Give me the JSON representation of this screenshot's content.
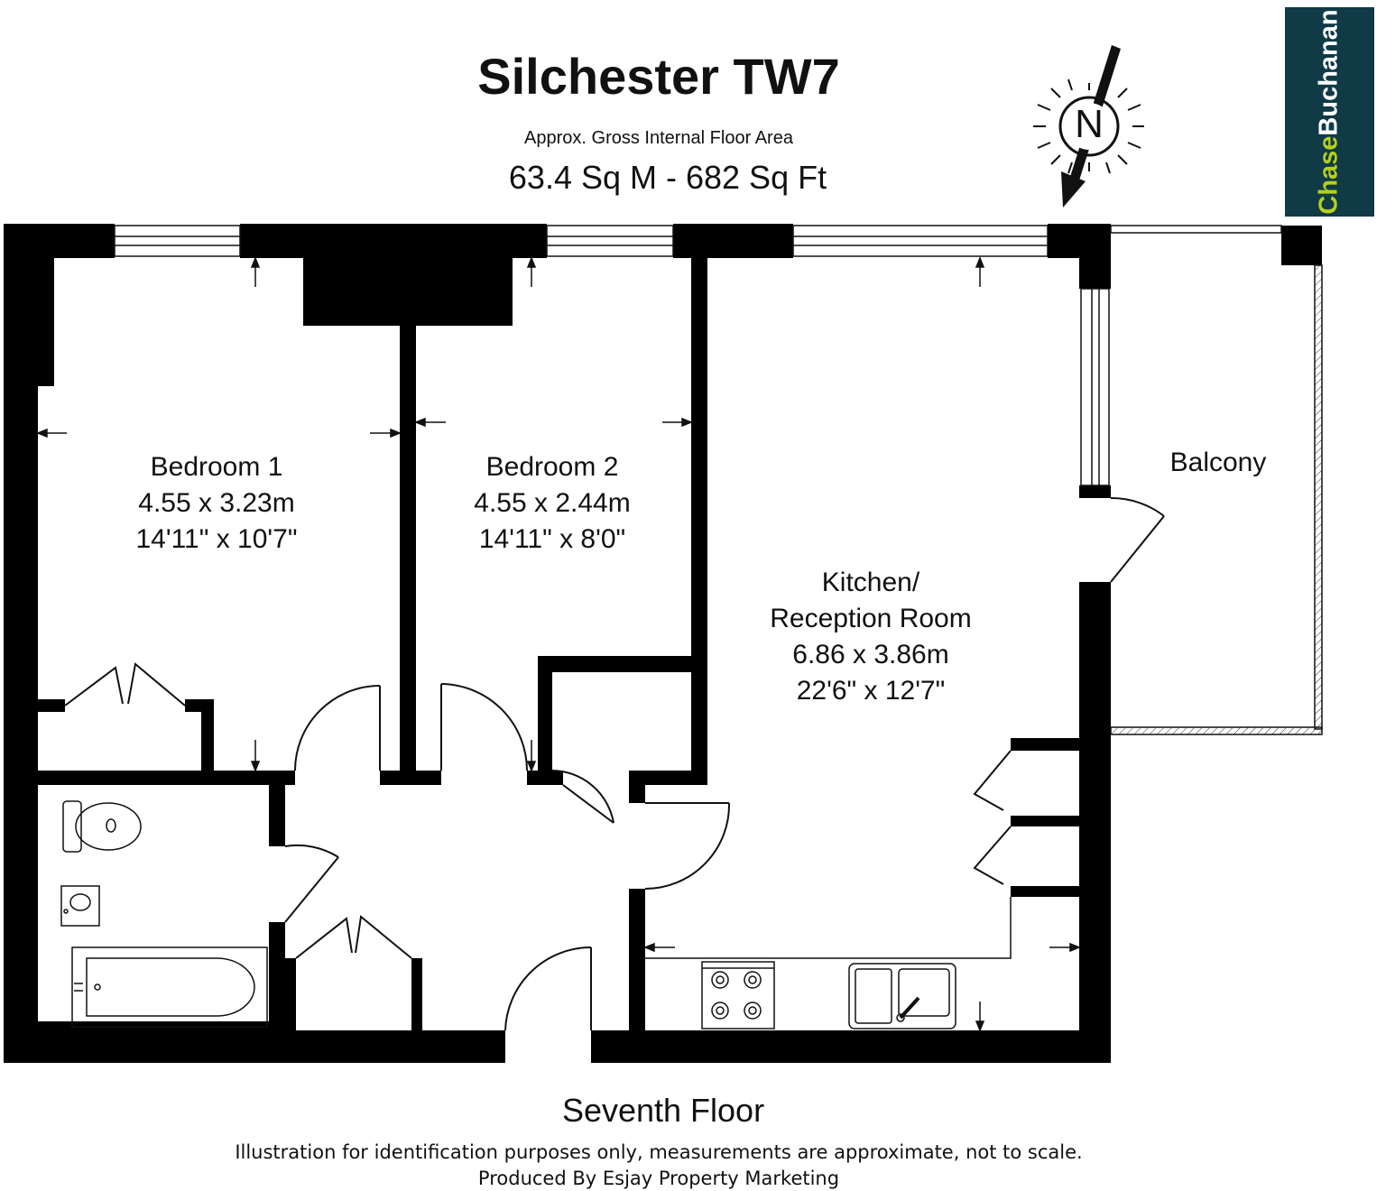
{
  "header": {
    "title": "Silchester TW7",
    "subtitle": "Approx. Gross Internal Floor Area",
    "area": "63.4 Sq M - 682 Sq Ft"
  },
  "logo": {
    "part1": "Chase",
    "part2": "Buchanan",
    "bg_color": "#0f3a46",
    "accent_color": "#b6cf1e"
  },
  "compass": {
    "letter": "N"
  },
  "rooms": {
    "bedroom1": {
      "name": "Bedroom 1",
      "metric": "4.55 x 3.23m",
      "imperial": "14'11\" x 10'7\""
    },
    "bedroom2": {
      "name": "Bedroom 2",
      "metric": "4.55 x 2.44m",
      "imperial": "14'11\" x 8'0\""
    },
    "kitchen": {
      "name_line1": "Kitchen/",
      "name_line2": "Reception Room",
      "metric": "6.86 x 3.86m",
      "imperial": "22'6\" x 12'7\""
    },
    "balcony": {
      "name": "Balcony"
    }
  },
  "footer": {
    "floor": "Seventh Floor",
    "disclaimer": "Illustration for identification purposes only, measurements are approximate, not to scale.",
    "producer": "Produced By Esjay Property Marketing"
  }
}
